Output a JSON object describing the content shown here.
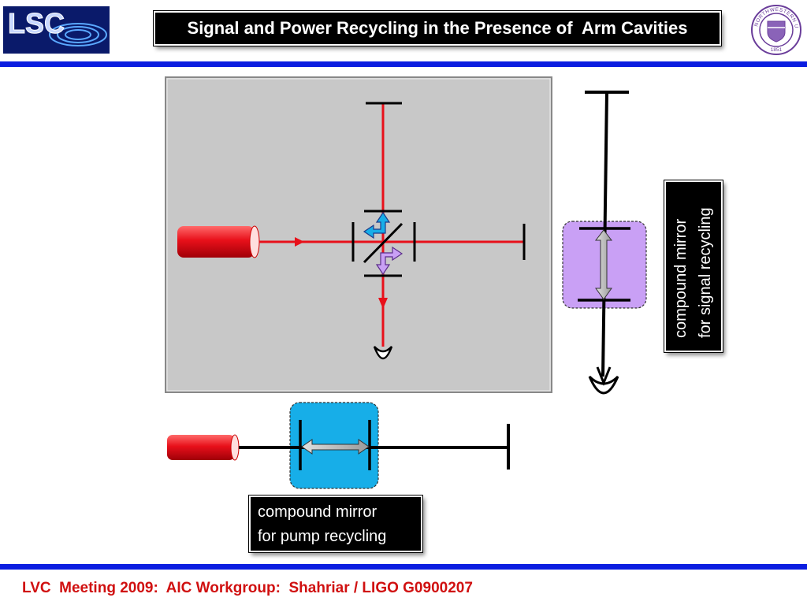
{
  "title": "Signal and Power Recycling in the Presence of  Arm Cavities",
  "logos": {
    "left": "LSC",
    "right_seal_text": "NORTHWESTERN UNIVERSITY",
    "right_seal_year": "1851"
  },
  "labels": {
    "pump": [
      "compound mirror",
      "for pump recycling"
    ],
    "signal": [
      "compound mirror",
      "for signal recycling"
    ]
  },
  "footer": "LVC  Meeting 2009:  AIC Workgroup:  Shahriar / LIGO G0900207",
  "colors": {
    "rule": "#0b1de0",
    "beam": "#e8101a",
    "panel": "#c8c8c8",
    "pump_box": "#17aee8",
    "signal_box": "#c9a0f5",
    "footer_text": "#d01010"
  }
}
